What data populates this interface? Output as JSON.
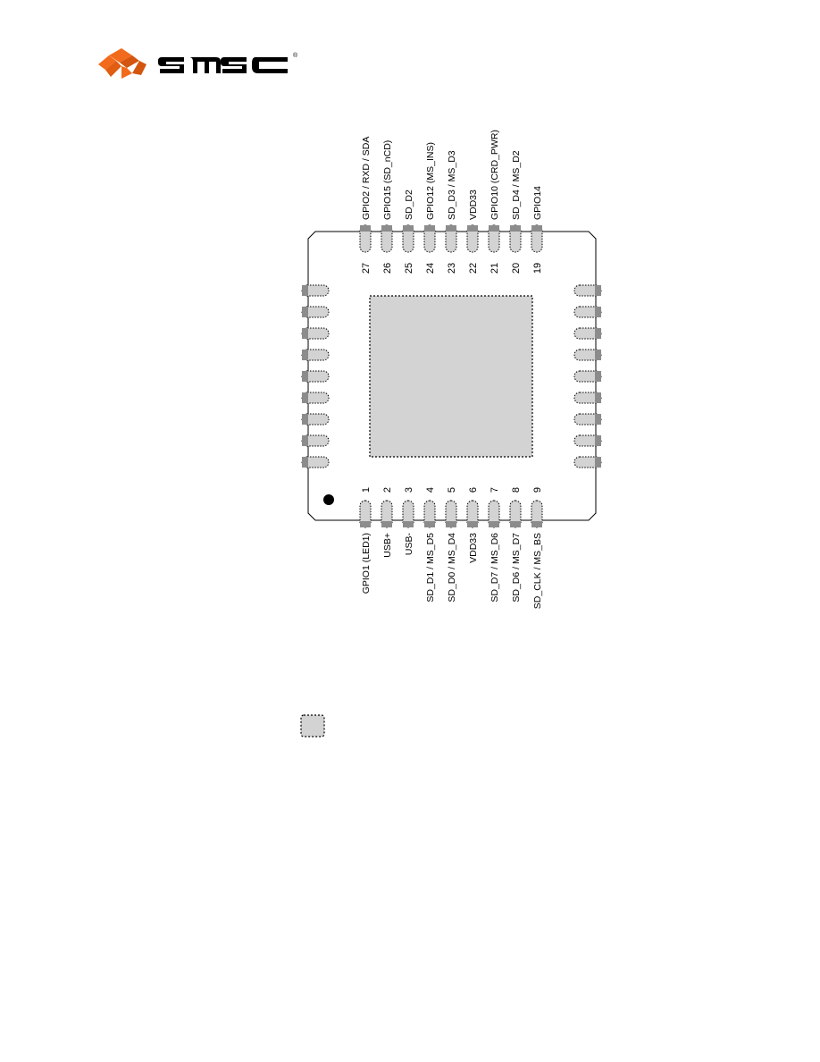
{
  "logo": {
    "brand": "SMSC",
    "brand_color": "#f26a1b"
  },
  "package": {
    "body_color": "#ffffff",
    "pad_color": "#d3d3d3",
    "pin_tab_color": "#8c8c8c",
    "pin1_marker": "dot"
  },
  "pins_bottom": [
    {
      "number": "1",
      "label": "GPIO1 (LED1)"
    },
    {
      "number": "2",
      "label": "USB+"
    },
    {
      "number": "3",
      "label": "USB-"
    },
    {
      "number": "4",
      "label": "SD_D1 / MS_D5"
    },
    {
      "number": "5",
      "label": "SD_D0 / MS_D4"
    },
    {
      "number": "6",
      "label": "VDD33"
    },
    {
      "number": "7",
      "label": "SD_D7 / MS_D6"
    },
    {
      "number": "8",
      "label": "SD_D6 / MS_D7"
    },
    {
      "number": "9",
      "label": "SD_CLK / MS_BS"
    }
  ],
  "pins_top": [
    {
      "number": "27",
      "label": "GPIO2 / RXD / SDA"
    },
    {
      "number": "26",
      "label": "GPIO15 (SD_nCD)"
    },
    {
      "number": "25",
      "label": "SD_D2"
    },
    {
      "number": "24",
      "label": "GPIO12 (MS_INS)"
    },
    {
      "number": "23",
      "label": "SD_D3 / MS_D3"
    },
    {
      "number": "22",
      "label": "VDD33"
    },
    {
      "number": "21",
      "label": "GPIO10 (CRD_PWR)"
    },
    {
      "number": "20",
      "label": "SD_D4 / MS_D2"
    },
    {
      "number": "19",
      "label": "GPIO14"
    }
  ],
  "side_pin_count_left": 9,
  "side_pin_count_right": 9
}
